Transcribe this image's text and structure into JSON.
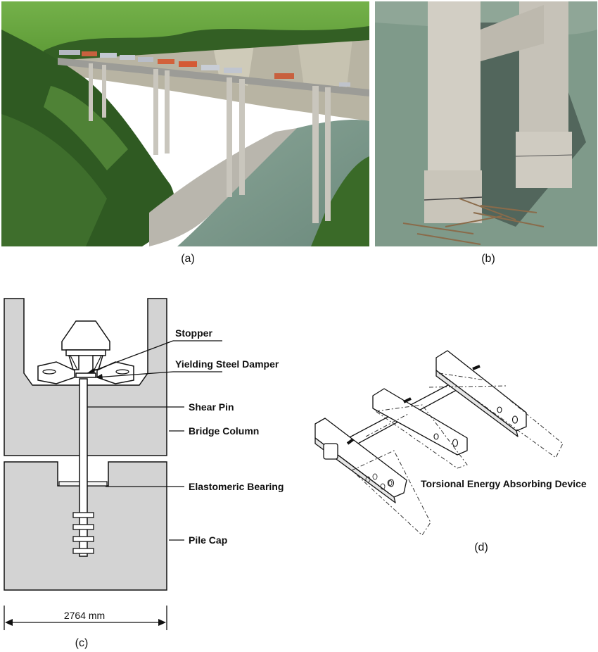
{
  "panels": {
    "a": {
      "caption": "(a)"
    },
    "b": {
      "caption": "(b)"
    },
    "c": {
      "caption": "(c)",
      "labels": {
        "stopper": "Stopper",
        "yielding_damper": "Yielding Steel Damper",
        "shear_pin": "Shear Pin",
        "bridge_column": "Bridge Column",
        "elastomeric_bearing": "Elastomeric Bearing",
        "pile_cap": "Pile Cap"
      },
      "dimension": "2764 mm"
    },
    "d": {
      "caption": "(d)",
      "label": "Torsional Energy Absorbing Device"
    }
  },
  "colors": {
    "concrete_fill": "#d3d3d3",
    "line": "#111111",
    "grass": "#5f9f3a",
    "forest": "#2f5a22",
    "river": "#7f9a8c",
    "pier": "#c9c6bd"
  }
}
